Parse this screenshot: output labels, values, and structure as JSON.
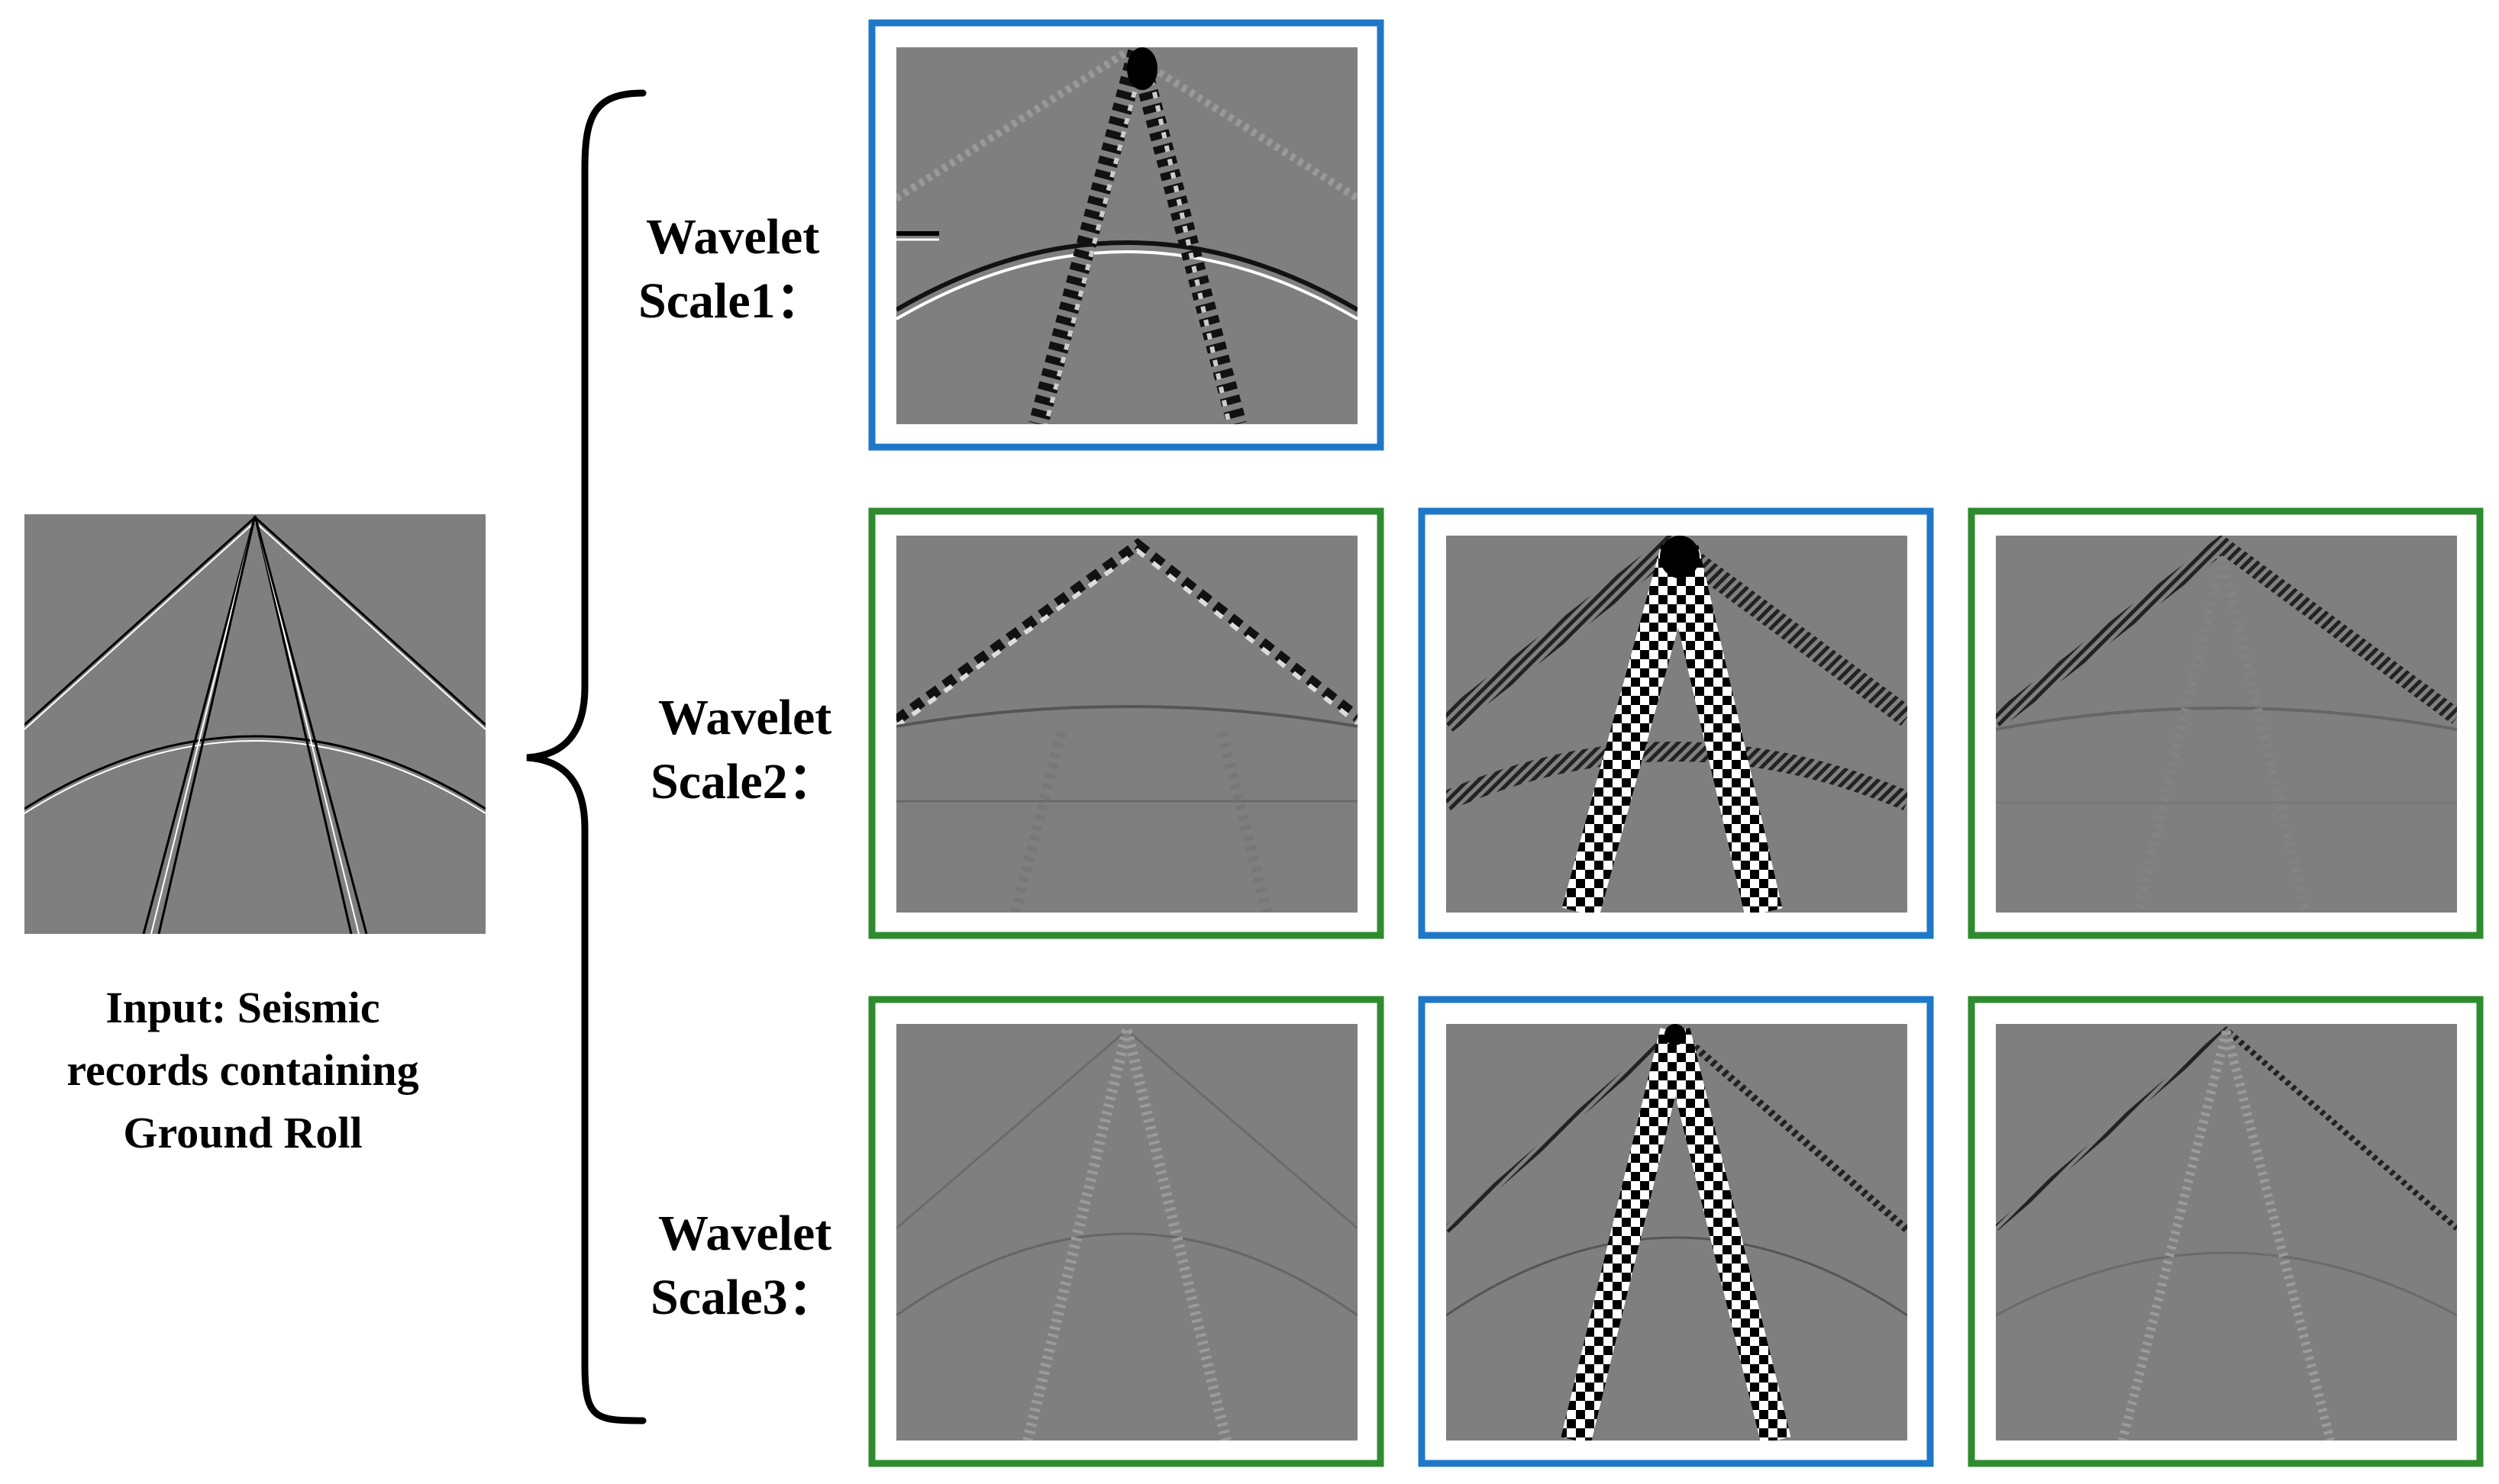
{
  "input": {
    "caption_lines": [
      "Input: Seismic",
      "records containing",
      "Ground Roll"
    ]
  },
  "scales": [
    {
      "line1": "Wavelet",
      "line2": "Scale1："
    },
    {
      "line1": "Wavelet",
      "line2": "Scale2："
    },
    {
      "line1": "Wavelet",
      "line2": "Scale3："
    }
  ],
  "colors": {
    "frame_blue": "#1f77c8",
    "frame_green": "#2e8b2e",
    "panel_gray": "#7f7f7f",
    "brace": "#000000"
  },
  "panels": [
    {
      "scale": 1,
      "frame": "blue"
    },
    {
      "scale": 2,
      "frame": "green"
    },
    {
      "scale": 2,
      "frame": "blue"
    },
    {
      "scale": 2,
      "frame": "green"
    },
    {
      "scale": 3,
      "frame": "green"
    },
    {
      "scale": 3,
      "frame": "blue"
    },
    {
      "scale": 3,
      "frame": "green"
    }
  ]
}
